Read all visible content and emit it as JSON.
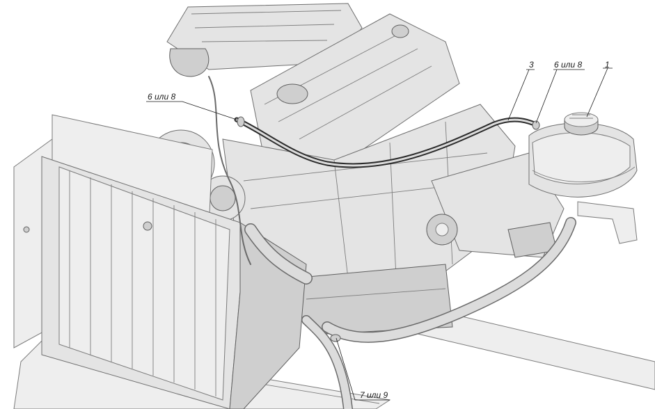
{
  "callouts": {
    "label_1": "1",
    "label_3": "3",
    "label_6_or_8_right": "6 или 8",
    "label_6_or_8_left": "6 или 8",
    "label_7_or_9": "7 или 9"
  }
}
